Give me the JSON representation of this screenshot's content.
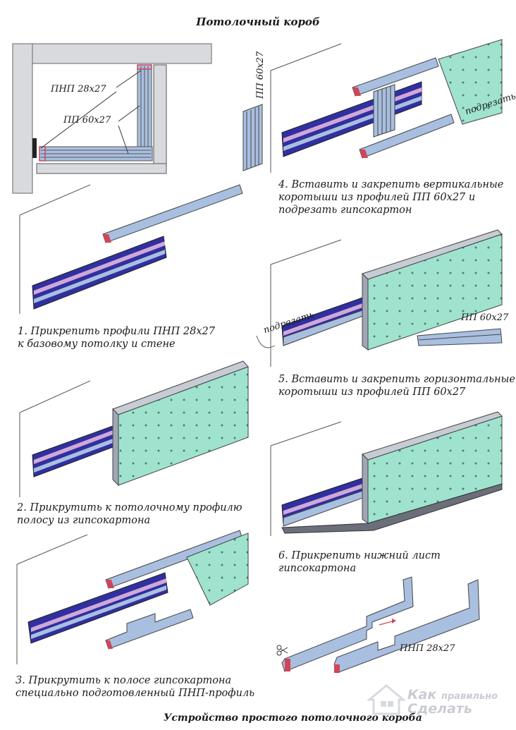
{
  "title": "Потолочный короб",
  "footer": "Устройство простого потолочного короба",
  "labels": {
    "pnp_28x27": "ПНП 28х27",
    "pp_60x27": "ПП 60х27",
    "cut": "подрезать"
  },
  "steps": [
    {
      "line1": "1. Прикрепить профили ПНП 28х27",
      "line2": "к базовому потолку и стене"
    },
    {
      "line1": "2. Прикрутить к потолочному профилю",
      "line2": "полосу из гипсокартона"
    },
    {
      "line1": "3. Прикрутить к полосе гипсокартона",
      "line2": "специально подготовленный ПНП-профиль"
    },
    {
      "line1": "4. Вставить и закрепить вертикальные",
      "line2": "коротыши из профилей ПП 60х27 и",
      "line3": "подрезать гипсокартон"
    },
    {
      "line1": "5. Вставить и закрепить горизонтальные",
      "line2": "коротыши из профилей ПП 60х27"
    },
    {
      "line1": "6. Прикрепить нижний лист",
      "line2": "гипсокартона"
    }
  ],
  "watermark": {
    "line1": "Как",
    "line2": "правильно",
    "line3": "Сделать"
  },
  "colors": {
    "profile": "#a9bfe0",
    "profile_dark": "#2a2f8a",
    "drywall": "#9fe3cf",
    "accent": "#d0455a",
    "wall": "#d9dade"
  }
}
